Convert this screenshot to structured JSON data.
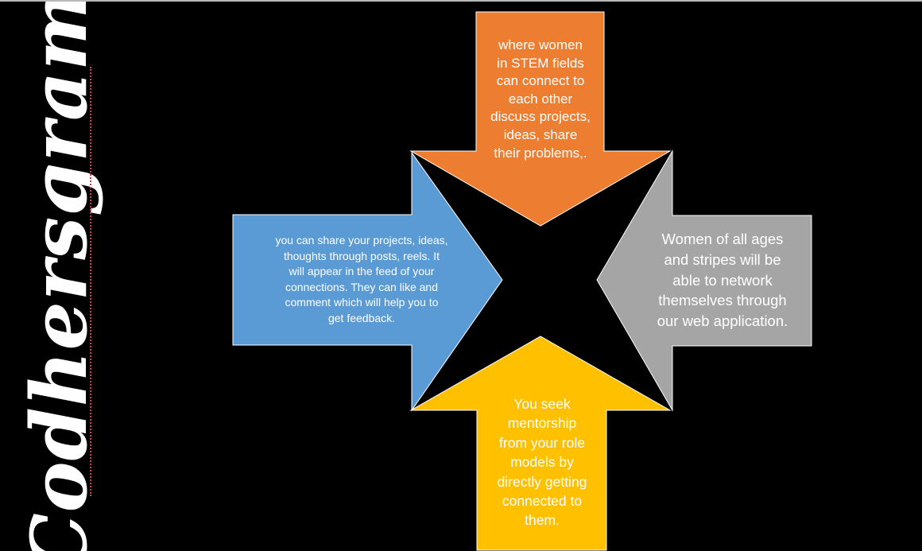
{
  "brand": {
    "name": "Codhersgram"
  },
  "arrows": {
    "top": {
      "text": "where women\nin STEM fields\ncan connect to\neach other\ndiscuss projects,\nideas, share\ntheir problems,.",
      "color": "#ed7d31"
    },
    "left": {
      "text": "you can share your projects, ideas,\nthoughts through posts, reels. It\nwill appear in the feed of your\nconnections. They can like and\ncomment which will help you to\nget feedback.",
      "color": "#5b9bd5"
    },
    "right": {
      "text": "Women of all ages\nand stripes will be\nable to network\nthemselves through\nour web application.",
      "color": "#a5a5a5"
    },
    "bottom": {
      "text": "You seek\nmentorship\nfrom your role\nmodels by\ndirectly getting\nconnected to\nthem.",
      "color": "#ffc000"
    }
  }
}
